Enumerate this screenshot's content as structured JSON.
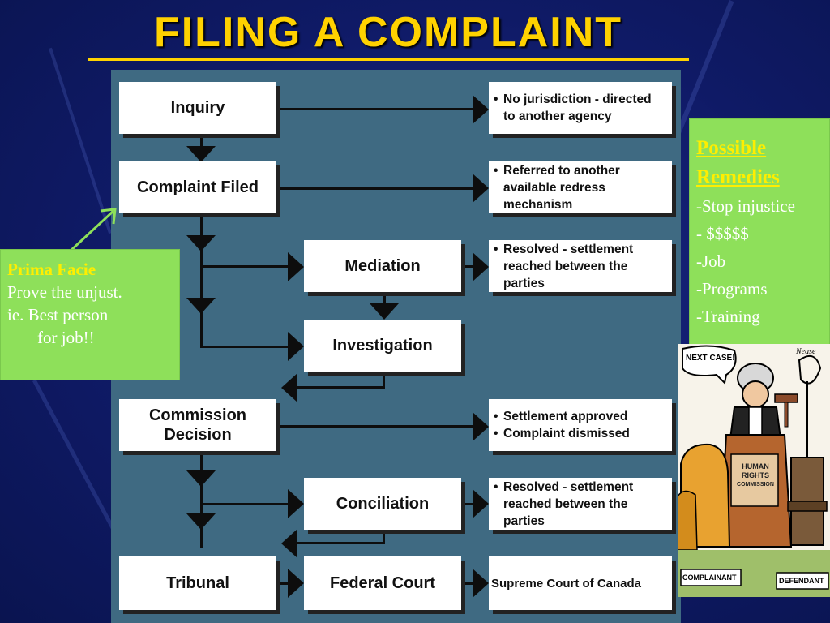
{
  "title": "FILING A COMPLAINT",
  "flow": {
    "inquiry": "Inquiry",
    "complaint_filed": "Complaint Filed",
    "mediation": "Mediation",
    "investigation": "Investigation",
    "commission_decision_l1": "Commission",
    "commission_decision_l2": "Decision",
    "conciliation": "Conciliation",
    "tribunal": "Tribunal",
    "federal_court": "Federal Court"
  },
  "outcomes": {
    "no_jurisdiction": [
      "No jurisdiction - directed",
      "to another agency"
    ],
    "referred": [
      "Referred to another",
      "available redress",
      "mechanism"
    ],
    "mediation_resolved": [
      "Resolved - settlement",
      "reached between the",
      "parties"
    ],
    "decision": [
      "Settlement approved",
      "Complaint dismissed"
    ],
    "conciliation_resolved": [
      "Resolved - settlement",
      "reached between the",
      "parties"
    ],
    "supreme_court": "Supreme Court of Canada"
  },
  "prima_facie": {
    "heading": "Prima Facie",
    "line1": "Prove the unjust.",
    "line2": "ie. Best person",
    "line3": "for job!!"
  },
  "remedies": {
    "heading_l1": "Possible",
    "heading_l2": "Remedies",
    "items": [
      "-Stop injustice",
      "- $$$$$",
      "-Job",
      "-Programs",
      "-Training"
    ]
  },
  "cartoon": {
    "speech": "NEXT CASE!",
    "desk_l1": "HUMAN",
    "desk_l2": "RIGHTS",
    "desk_l3": "COMMISSION",
    "complainant": "COMPLAINANT",
    "defendant": "DEFENDANT",
    "signature": "Nease"
  },
  "colors": {
    "title": "#ffd200",
    "panel": "#3f6a82",
    "green_box": "#8ee05a",
    "highlight_text": "#ffee00",
    "background": "#0f1a66"
  }
}
